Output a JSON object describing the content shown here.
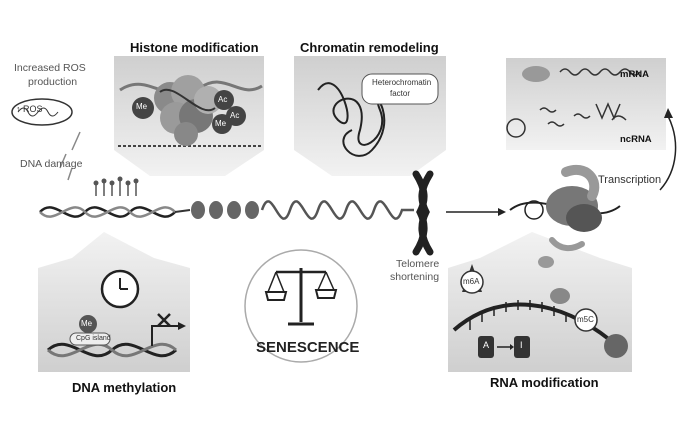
{
  "labels": {
    "histone": "Histone modification",
    "chromatin": "Chromatin remodeling",
    "ros_line1": "Increased ROS",
    "ros_line2": "production",
    "ros_arrow": "↑ ROS",
    "dna_damage": "DNA damage",
    "heterochromatin_line1": "Heterochromatin",
    "heterochromatin_line2": "factor",
    "mrna": "mRNA",
    "ncrna": "ncRNA",
    "transcription": "Transcription",
    "telomere_line1": "Telomere",
    "telomere_line2": "shortening",
    "senescence": "SENESCENCE",
    "dna_methylation": "DNA methylation",
    "rna_modification": "RNA modification",
    "me": "Me",
    "ac": "Ac",
    "cpg": "CpG island",
    "m6a": "m6A",
    "m5c": "m5C",
    "a_base": "A",
    "i_base": "I"
  },
  "colors": {
    "background": "#ffffff",
    "panel": "#dcdcdc",
    "dark": "#2a2a2a",
    "mid": "#8a8a8a",
    "light": "#bfbfbf"
  }
}
